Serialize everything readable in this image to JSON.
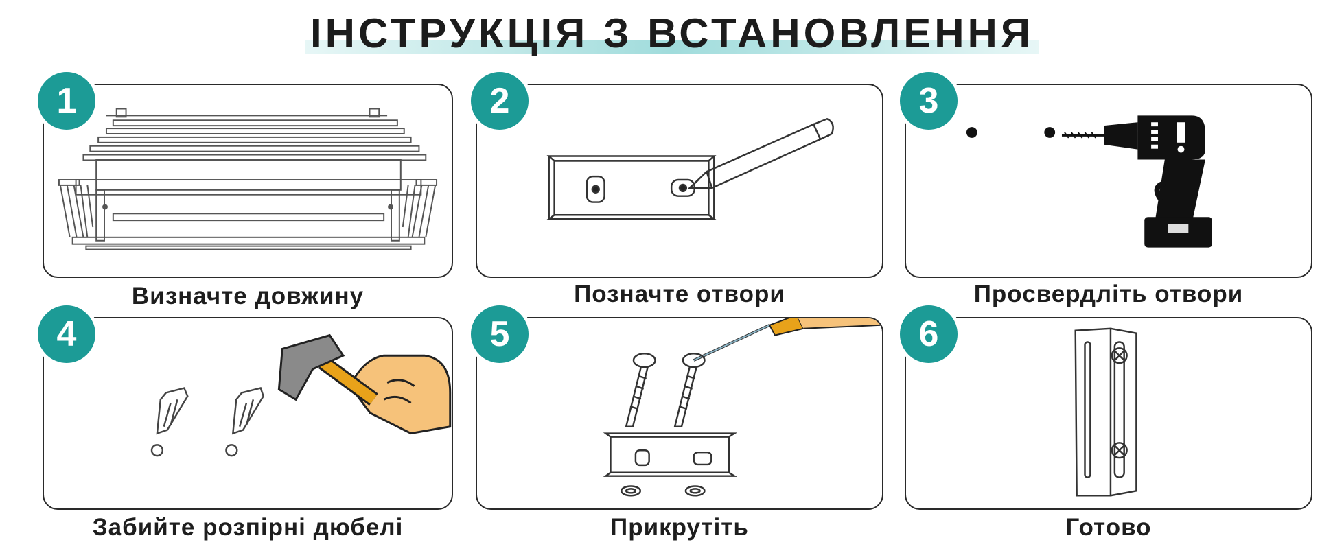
{
  "title": "ІНСТРУКЦІЯ З ВСТАНОВЛЕННЯ",
  "colors": {
    "accent": "#1c9b96",
    "text": "#1e1e1e",
    "highlight": "#8ed3d1"
  },
  "steps": [
    {
      "number": "1",
      "label": "Визначте довжину",
      "icon": "drying-rack-icon"
    },
    {
      "number": "2",
      "label": "Позначте отвори",
      "icon": "marking-pencil-icon"
    },
    {
      "number": "3",
      "label": "Просвердліть отвори",
      "icon": "drill-icon"
    },
    {
      "number": "4",
      "label": "Забийте розпірні дюбелі",
      "icon": "hammer-icon"
    },
    {
      "number": "5",
      "label": "Прикрутіть",
      "icon": "screwdriver-icon"
    },
    {
      "number": "6",
      "label": "Готово",
      "icon": "mounted-bracket-icon"
    }
  ]
}
